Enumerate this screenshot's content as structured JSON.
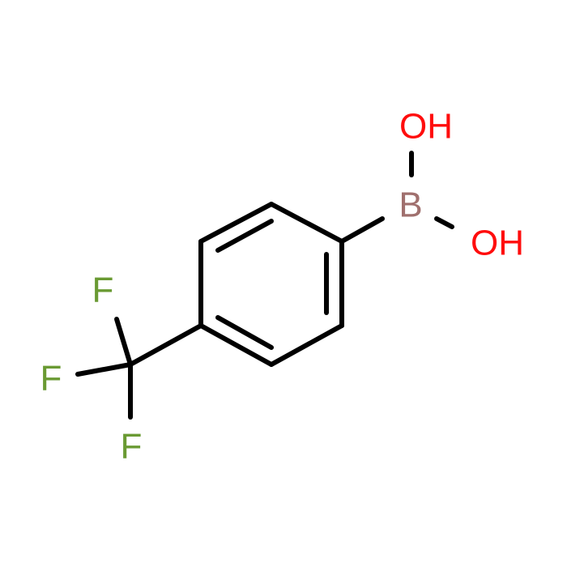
{
  "molecule": {
    "atoms": {
      "oh_top": {
        "label": "OH",
        "color": "#ff0d0d"
      },
      "boron": {
        "label": "B",
        "color": "#a0706e"
      },
      "oh_right": {
        "label": "OH",
        "color": "#ff0d0d"
      },
      "f_top": {
        "label": "F",
        "color": "#6a9a33"
      },
      "f_left": {
        "label": "F",
        "color": "#6a9a33"
      },
      "f_bottom": {
        "label": "F",
        "color": "#6a9a33"
      }
    },
    "bond_color": "#000000"
  }
}
